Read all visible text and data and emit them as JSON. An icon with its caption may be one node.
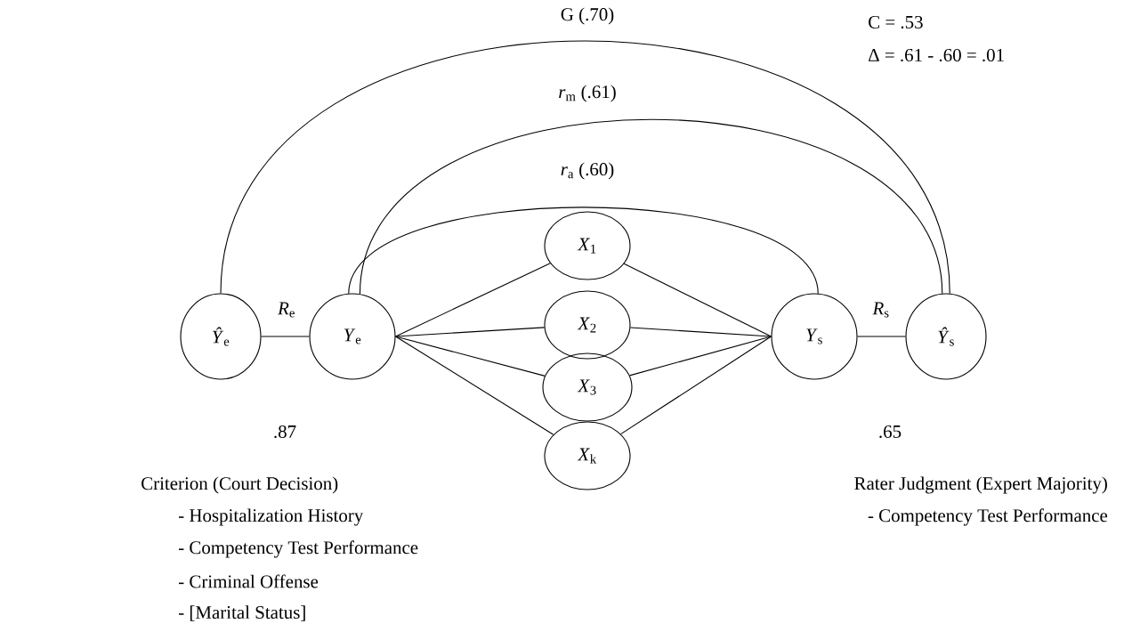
{
  "diagram": {
    "nodes": [
      {
        "text": [
          "*Ŷ*$_{e}$"
        ]
      },
      {
        "text": [
          "*Y*$_{e}$"
        ]
      },
      {
        "text": [
          "*X*$_{1}$"
        ]
      },
      {
        "text": [
          "*X*$_{2}$"
        ]
      },
      {
        "text": [
          "*X*$_{3}$"
        ]
      },
      {
        "text": [
          "*X*$_{k}$"
        ]
      },
      {
        "text": [
          "*Y*$_{s}$"
        ]
      },
      {
        "text": [
          "*Ŷ*$_{s}$"
        ]
      }
    ],
    "edges": [
      {
        "from": 0,
        "to": 1,
        "arrow": "none",
        "label": "*R*$_{e}$"
      },
      {
        "from": 1,
        "to": 2,
        "arrow": "none"
      },
      {
        "from": 1,
        "to": 3,
        "arrow": "none"
      },
      {
        "from": 1,
        "to": 4,
        "arrow": "none"
      },
      {
        "from": 1,
        "to": 5,
        "arrow": "none"
      },
      {
        "from": 2,
        "to": 6,
        "arrow": "none"
      },
      {
        "from": 3,
        "to": 6,
        "arrow": "none"
      },
      {
        "from": 4,
        "to": 6,
        "arrow": "none"
      },
      {
        "from": 5,
        "to": 6,
        "arrow": "none"
      },
      {
        "from": 6,
        "to": 7,
        "arrow": "none",
        "label": "*R*$_{s}$"
      },
      {
        "from": 1,
        "to": 6,
        "arrow": "none",
        "label": "*r*$_{a}$  (.60)"
      },
      {
        "from": 1,
        "to": 7,
        "arrow": "none",
        "label": "*r*$_{m}$  (.61)"
      },
      {
        "from": 0,
        "to": 7,
        "arrow": "none",
        "label": "G (.70)"
      }
    ],
    "labels": [
      "C = .53",
      "Δ = .61 - .60 = .01",
      ".87",
      ".65",
      "Criterion (Court Decision)",
      "- Hospitalization History",
      "- Competency Test Performance",
      "- Criminal Offense",
      "- [Marital Status]",
      "Rater Judgment (Expert Majority)",
      "- Competency Test Performance"
    ]
  }
}
